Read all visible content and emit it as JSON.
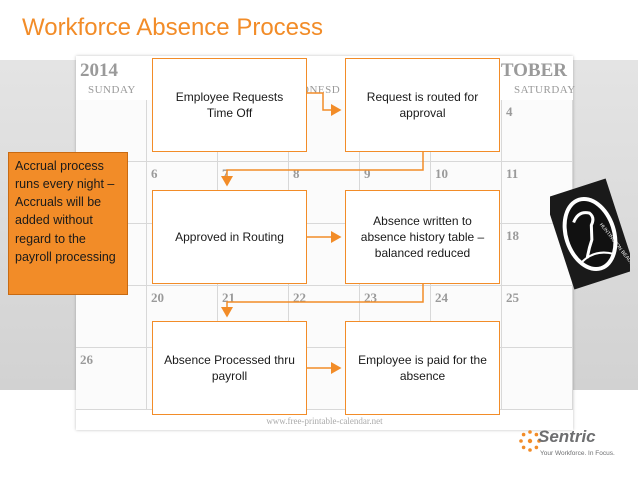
{
  "title": "Workforce Absence Process",
  "calendar": {
    "year": "2014",
    "month_fragment": "TOBER",
    "headers": [
      {
        "label": "SUNDAY",
        "col": 0
      },
      {
        "label": "ONESD",
        "col": 3
      },
      {
        "label": "SATURDAY",
        "col": 6
      }
    ],
    "day_numbers": [
      {
        "n": "4",
        "row": 0,
        "col": 6
      },
      {
        "n": "6",
        "row": 1,
        "col": 1
      },
      {
        "n": "7",
        "row": 1,
        "col": 2
      },
      {
        "n": "8",
        "row": 1,
        "col": 3
      },
      {
        "n": "9",
        "row": 1,
        "col": 4
      },
      {
        "n": "10",
        "row": 1,
        "col": 5
      },
      {
        "n": "11",
        "row": 1,
        "col": 6
      },
      {
        "n": "18",
        "row": 2,
        "col": 6
      },
      {
        "n": "20",
        "row": 3,
        "col": 1
      },
      {
        "n": "21",
        "row": 3,
        "col": 2
      },
      {
        "n": "22",
        "row": 3,
        "col": 3
      },
      {
        "n": "23",
        "row": 3,
        "col": 4
      },
      {
        "n": "24",
        "row": 3,
        "col": 5
      },
      {
        "n": "25",
        "row": 3,
        "col": 6
      },
      {
        "n": "26",
        "row": 4,
        "col": 0
      }
    ],
    "footer": "www.free-printable-calendar.net"
  },
  "steps": [
    {
      "id": "request",
      "text": "Employee Requests Time Off"
    },
    {
      "id": "routed",
      "text": "Request is routed for approval"
    },
    {
      "id": "approved",
      "text": "Approved in Routing"
    },
    {
      "id": "written",
      "text": "Absence written to absence history table – balanced reduced"
    },
    {
      "id": "processed",
      "text": "Absence Processed thru payroll"
    },
    {
      "id": "paid",
      "text": "Employee is paid for the absence"
    }
  ],
  "note": "Accrual process runs every night – Accruals will be added without regard to the payroll processing",
  "logo_text": "HUNTINGTON BEACH",
  "brand": {
    "name": "Sentric",
    "tagline": "Your Workforce. In Focus."
  },
  "colors": {
    "accent": "#F28C28",
    "arrow": "#F28C28"
  }
}
